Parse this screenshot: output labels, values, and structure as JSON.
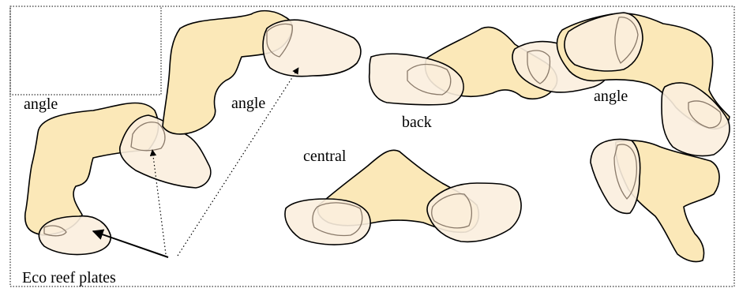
{
  "labels": {
    "angle_top_left": "angle",
    "angle_top_middle": "angle",
    "angle_right": "angle",
    "back": "back",
    "central": "central",
    "eco_reef_plates": "Eco reef plates"
  }
}
